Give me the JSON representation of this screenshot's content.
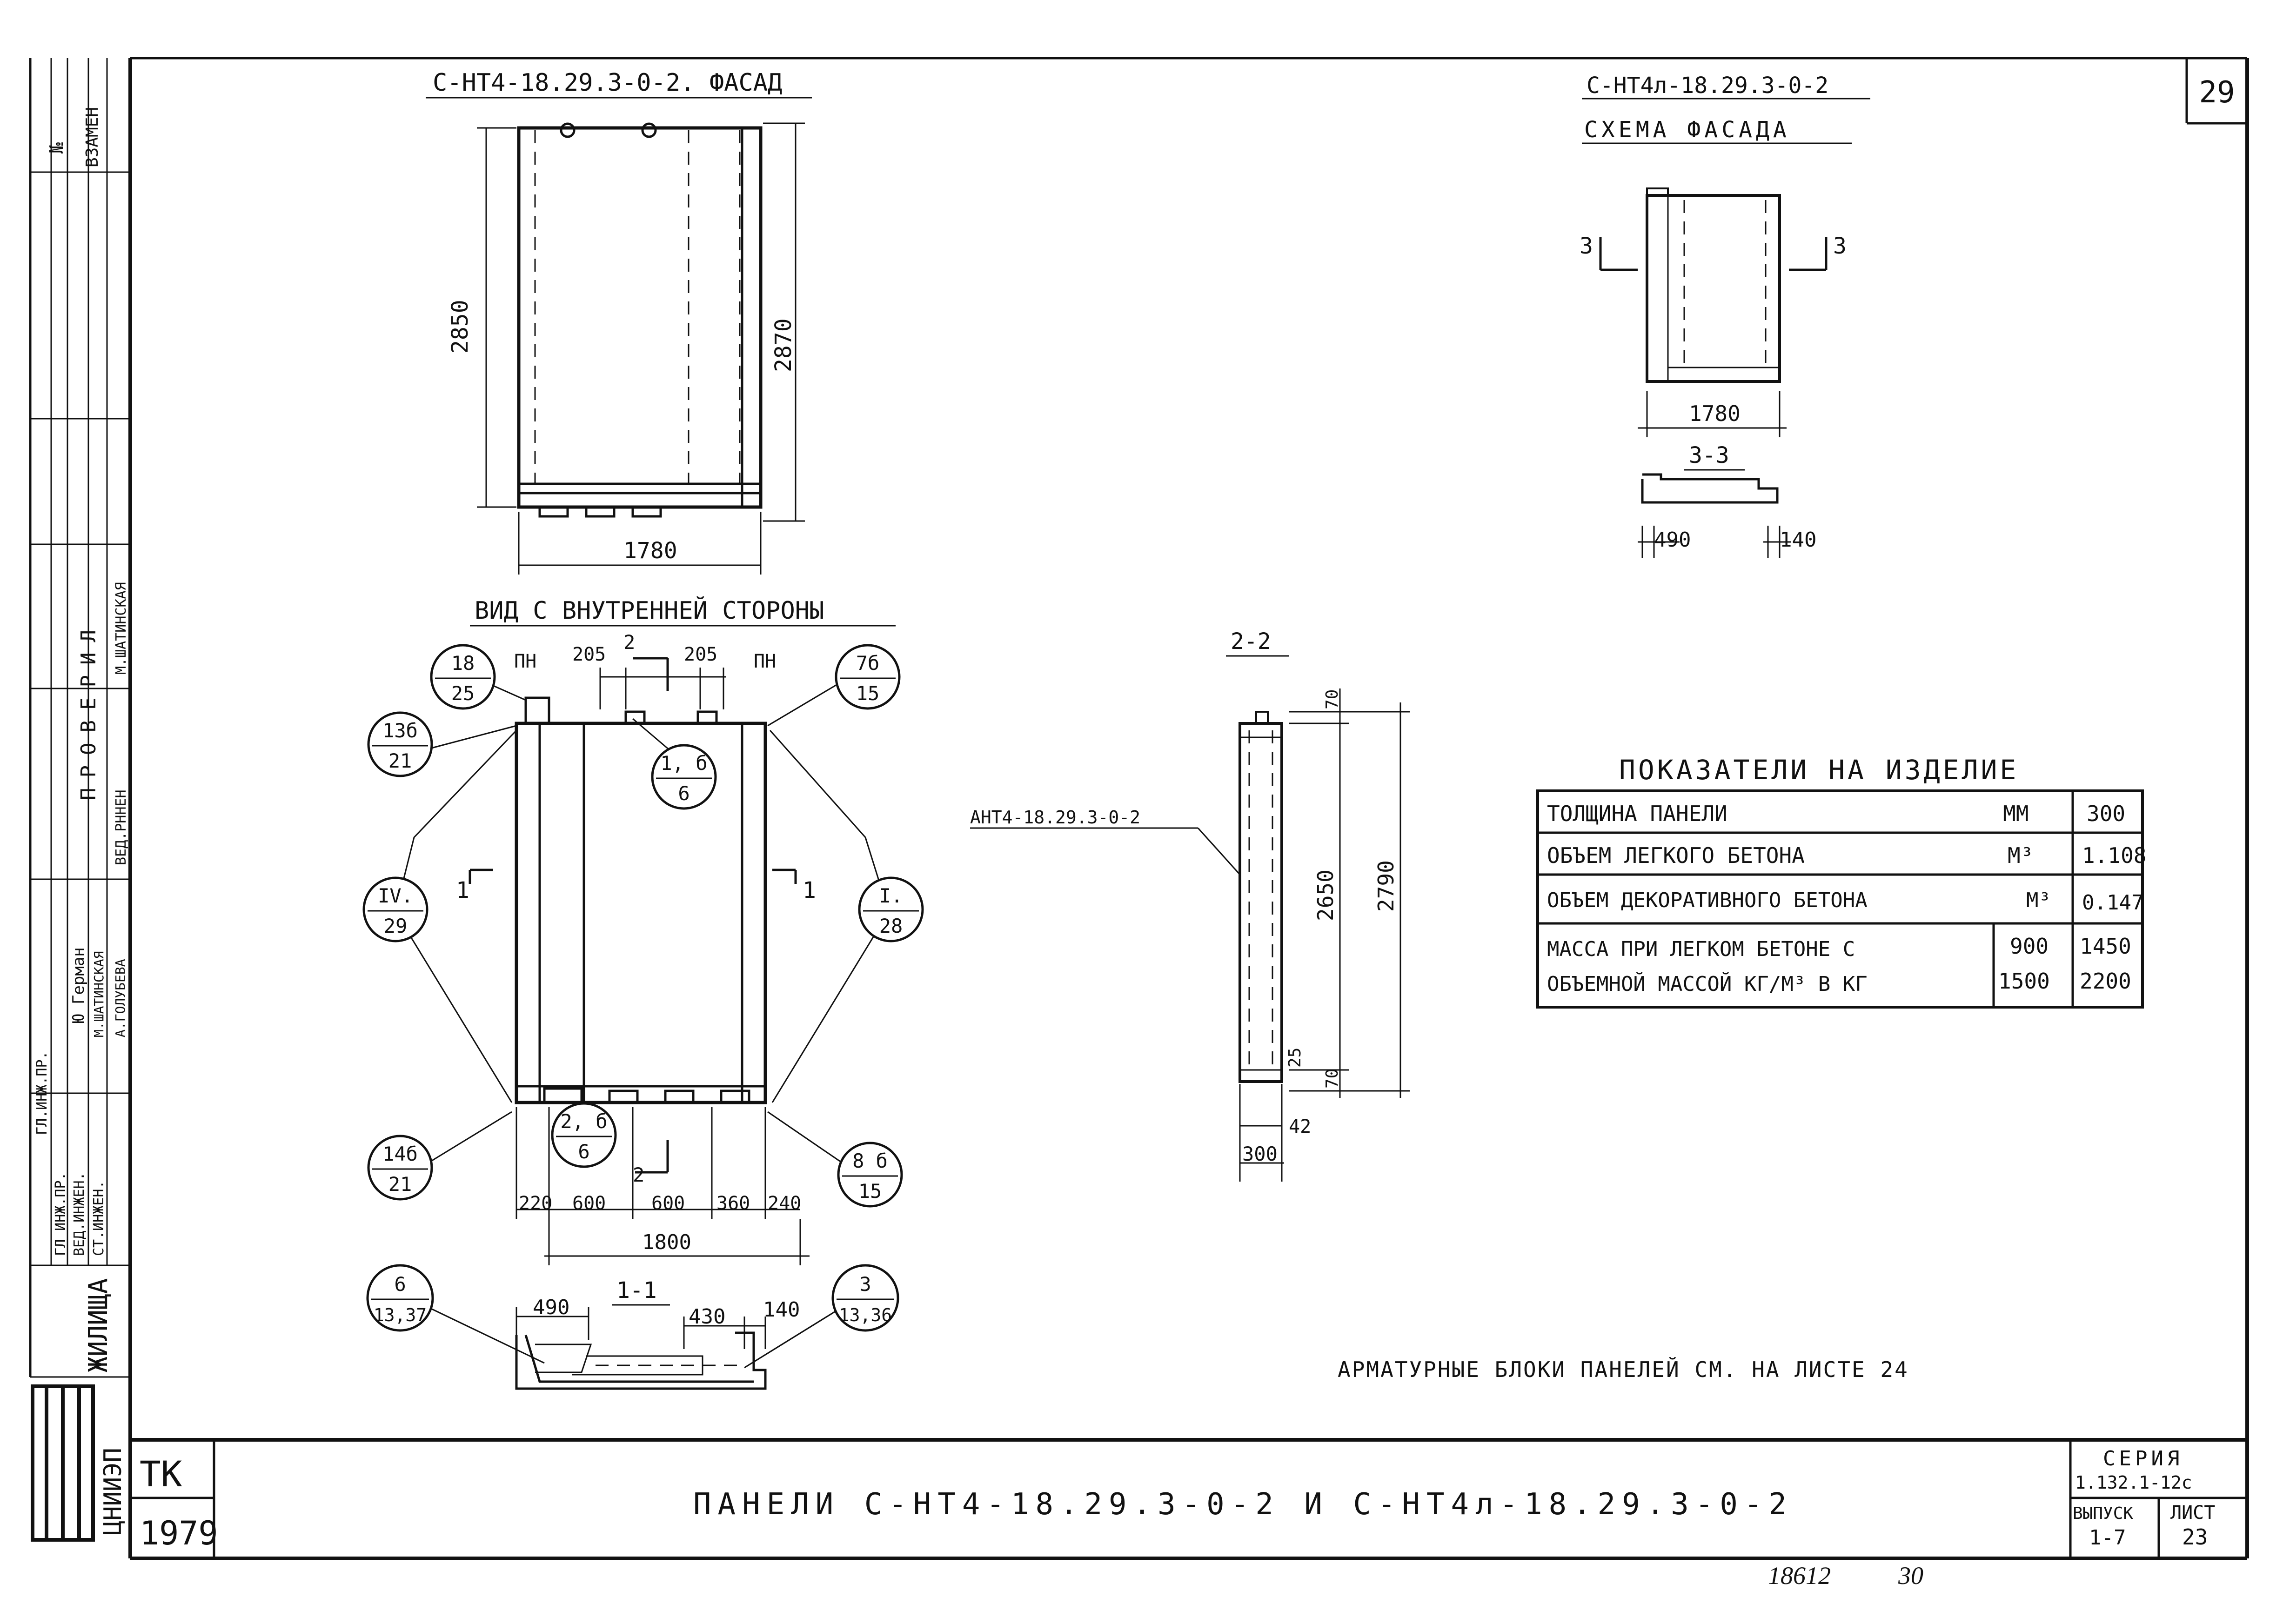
{
  "sheet_number": "29",
  "left_stamp": {
    "column_headers": [
      "№",
      "ВЗАМЕН"
    ],
    "check_label": "ПРОВЕРИЛ",
    "roles": [
      "ГЛ.ИНЖ.ПР.",
      "ГЛ ИНЖ.ПР.",
      "ВЕД.ИНЖЕН.",
      "СТ.ИНЖЕН."
    ],
    "names": [
      "Ю Герман",
      "М.ШАТИНСКАЯ",
      "А.ГОЛУБЕВА"
    ],
    "checker_role": "ВЕД.РННЕН",
    "checker_name": "М.ШАТИНСКАЯ",
    "org_logo": "ЦНИИЭП",
    "org_word": "ЖИЛИЩА"
  },
  "facade": {
    "title": "С-НТ4-18.29.3-0-2. ФАСАД",
    "height_left": "2850",
    "height_right": "2870",
    "width": "1780"
  },
  "scheme": {
    "title1": "С-НТ4л-18.29.3-0-2",
    "title2": "СХЕМА ФАСАДА",
    "cut_left": "3",
    "cut_right": "3",
    "width": "1780",
    "section_label": "3-3",
    "dim_left": "490",
    "dim_right": "140"
  },
  "inner_view": {
    "title": "ВИД С ВНУТРЕННЕЙ СТОРОНЫ",
    "pn_left": "ПН",
    "pn_right": "ПН",
    "dim_205a": "205",
    "dim_205b": "205",
    "cut_top": "2",
    "cut_bottom": "2",
    "cut_side_left": "1",
    "cut_side_right": "1",
    "bottom_dims": [
      "220",
      "600",
      "600",
      "360",
      "240"
    ],
    "total_width": "1800",
    "callouts": [
      {
        "top": "18",
        "bottom": "25"
      },
      {
        "top": "7б",
        "bottom": "15"
      },
      {
        "top": "13б",
        "bottom": "21"
      },
      {
        "top": "1, б",
        "bottom": "6"
      },
      {
        "top": "IV.",
        "bottom": "29"
      },
      {
        "top": "I.",
        "bottom": "28"
      },
      {
        "top": "14б",
        "bottom": "21"
      },
      {
        "top": "2, б",
        "bottom": "6"
      },
      {
        "top": "8 б",
        "bottom": "15"
      }
    ]
  },
  "section_1_1": {
    "label": "1-1",
    "dim_left": "490",
    "dim_mid": "430",
    "dim_right": "140",
    "callout_left": {
      "top": "6",
      "bottom": "13,37"
    },
    "callout_right": {
      "top": "3",
      "bottom": "13,36"
    }
  },
  "section_2_2": {
    "label": "2-2",
    "ref_label": "АНТ4-18.29.3-0-2",
    "dim_top": "70",
    "dim_inner": "2650",
    "dim_total": "2790",
    "dim_bottom_a": "25",
    "dim_bottom_b": "70",
    "dim_depth_a": "42",
    "dim_depth_total": "300"
  },
  "indicators": {
    "title": "ПОКАЗАТЕЛИ НА ИЗДЕЛИЕ",
    "rows": [
      {
        "label": "ТОЛЩИНА ПАНЕЛИ",
        "unit": "ММ",
        "value": "300"
      },
      {
        "label": "ОБЪЕМ ЛЕГКОГО БЕТОНА",
        "unit": "М³",
        "value": "1.108"
      },
      {
        "label": "ОБЪЕМ ДЕКОРАТИВНОГО БЕТОНА",
        "unit": "М³",
        "value": "0.147"
      }
    ],
    "mass_line1": "МАССА ПРИ ЛЕГКОМ БЕТОНЕ С",
    "mass_line2": "ОБЪЕМНОЙ МАССОЙ КГ/М³ В КГ",
    "density1": "900",
    "density2": "1500",
    "mass1": "1450",
    "mass2": "2200"
  },
  "note": "АРМАТУРНЫЕ БЛОКИ ПАНЕЛЕЙ СМ. НА ЛИСТЕ 24",
  "title_block": {
    "tk": "ТК",
    "year": "1979",
    "title": "ПАНЕЛИ С-НТ4-18.29.3-0-2 И С-НТ4л-18.29.3-0-2",
    "series_label": "СЕРИЯ",
    "series_value": "1.132.1-12с",
    "issue_label": "ВЫПУСК",
    "issue_value": "1-7",
    "sheet_label": "ЛИСТ",
    "sheet_value": "23"
  },
  "footer": {
    "number": "18612",
    "page": "30"
  }
}
